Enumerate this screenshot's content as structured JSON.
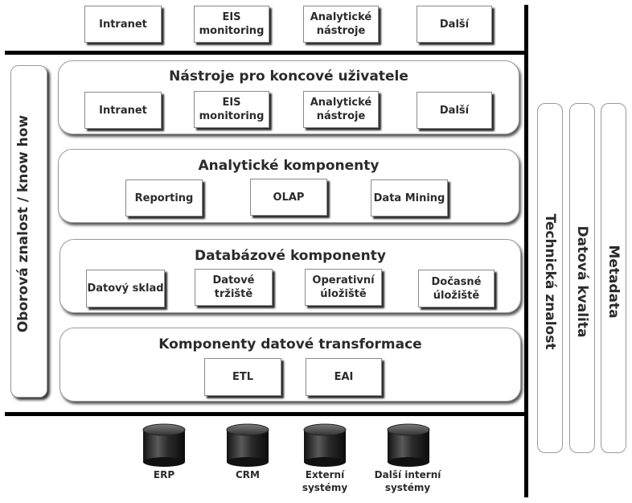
{
  "top_row": [
    "Intranet",
    "EIS\nmonitoring",
    "Analytické\nnástroje",
    "Další"
  ],
  "left_side_label": "Oborová znalost / know how",
  "layers": {
    "tools": {
      "title": "Nástroje pro koncové uživatele",
      "items": [
        "Intranet",
        "EIS\nmonitoring",
        "Analytické\nnástroje",
        "Další"
      ]
    },
    "analytics": {
      "title": "Analytické komponenty",
      "items": [
        "Reporting",
        "OLAP",
        "Data Mining"
      ]
    },
    "database": {
      "title": "Databázové komponenty",
      "items": [
        "Datový sklad",
        "Datové\ntržiště",
        "Operativní\núložiště",
        "Dočasné\núložiště"
      ]
    },
    "transform": {
      "title": "Komponenty datové transformace",
      "items": [
        "ETL",
        "EAI"
      ]
    }
  },
  "right_side_labels": [
    "Technická znalost",
    "Datová kvalita",
    "Metadata"
  ],
  "sources": [
    "ERP",
    "CRM",
    "Externí\nsystémy",
    "Další interní\nsystémy"
  ]
}
